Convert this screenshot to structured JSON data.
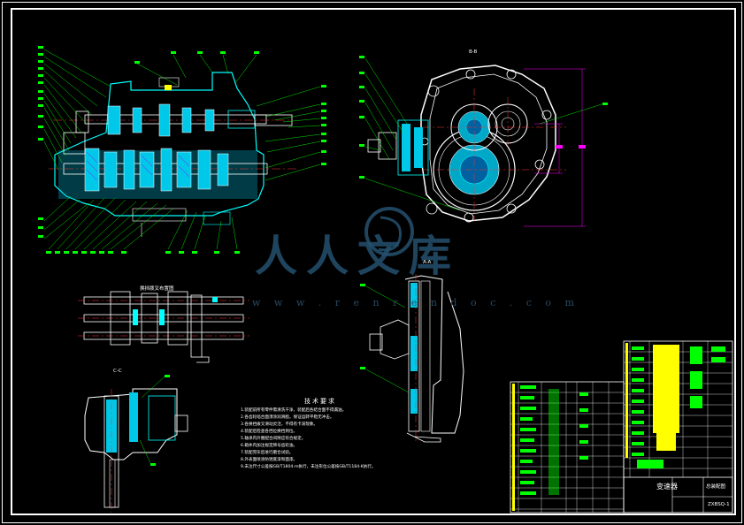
{
  "drawing": {
    "section_labels": {
      "main_section": "B-B",
      "side_section": "A-A",
      "section_c": "C-C",
      "shift_view": "换挡拨叉布置图"
    },
    "technical_requirements": {
      "title": "技术要求",
      "items": [
        "1.装配前所有零件需清洗干净，装配后各结合面不得漏油。",
        "2.各齿轮啮合面须涂润滑脂，保证运转平稳无冲击。",
        "3.各换挡拨叉滑动灵活，不得有卡滞现象。",
        "4.装配后检查各挡位换挡到位。",
        "5.轴承内外圈配合间隙应符合规定。",
        "6.箱体内加注规定牌号齿轮油。",
        "7.装配完毕后进行磨合试验。",
        "8.外表面喷涂防锈底漆和面漆。",
        "9.未注尺寸公差按GB/T1804-m执行，未注形位公差按GB/T1184-K执行。"
      ]
    },
    "title_block": {
      "name": "变速器",
      "drawing_no": "ZXBSQ-1",
      "assembly": "总装配图"
    },
    "watermark": {
      "text": "人人文库",
      "url": "w w w . r e n r e n d o c . c o m"
    },
    "colors": {
      "background": "#000000",
      "outline": "#ffffff",
      "leader": "#00ff00",
      "fill": "#00ffff",
      "center_line": "#ff3030",
      "hatch": "#5a5aff",
      "dimension": "#ff00ff",
      "table_yellow": "#ffff00"
    }
  }
}
